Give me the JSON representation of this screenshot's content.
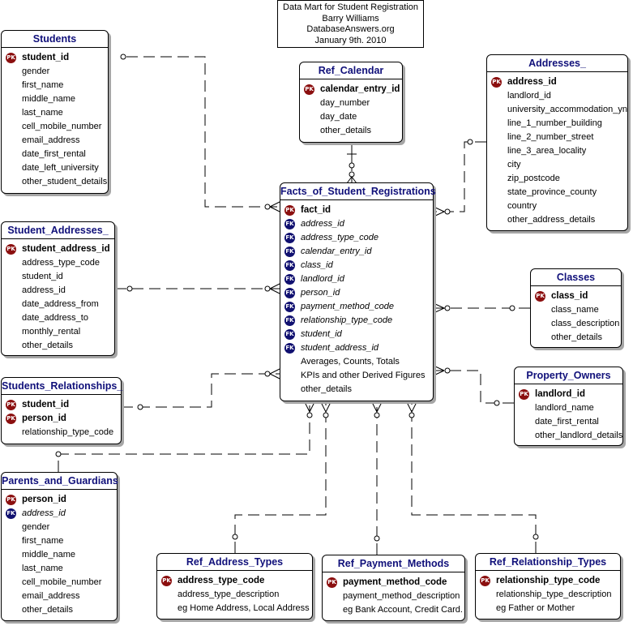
{
  "note": {
    "title": "Data Mart for Student Registration",
    "author": "Barry Williams",
    "website": "DatabaseAnswers.org",
    "date": "January 9th. 2010"
  },
  "entities": {
    "students": {
      "title": "Students",
      "fields": [
        {
          "name": "student_id",
          "key": "PK",
          "bold": true
        },
        {
          "name": "gender"
        },
        {
          "name": "first_name"
        },
        {
          "name": "middle_name"
        },
        {
          "name": "last_name"
        },
        {
          "name": "cell_mobile_number"
        },
        {
          "name": "email_address"
        },
        {
          "name": "date_first_rental"
        },
        {
          "name": "date_left_university"
        },
        {
          "name": "other_student_details"
        }
      ]
    },
    "ref_calendar": {
      "title": "Ref_Calendar",
      "fields": [
        {
          "name": "calendar_entry_id",
          "key": "PK",
          "bold": true
        },
        {
          "name": "day_number"
        },
        {
          "name": "day_date"
        },
        {
          "name": "other_details"
        }
      ]
    },
    "addresses": {
      "title": "Addresses_",
      "fields": [
        {
          "name": "address_id",
          "key": "PK",
          "bold": true
        },
        {
          "name": "landlord_id"
        },
        {
          "name": "university_accommodation_yn"
        },
        {
          "name": "line_1_number_building"
        },
        {
          "name": "line_2_number_street"
        },
        {
          "name": "line_3_area_locality"
        },
        {
          "name": "city"
        },
        {
          "name": "zip_postcode"
        },
        {
          "name": "state_province_county"
        },
        {
          "name": "country"
        },
        {
          "name": "other_address_details"
        }
      ]
    },
    "facts": {
      "title": "Facts_of_Student_Registrations",
      "fields": [
        {
          "name": "fact_id",
          "key": "PK",
          "bold": true
        },
        {
          "name": "address_id",
          "key": "FK",
          "italic": true
        },
        {
          "name": "address_type_code",
          "key": "FK",
          "italic": true
        },
        {
          "name": "calendar_entry_id",
          "key": "FK",
          "italic": true
        },
        {
          "name": "class_id",
          "key": "FK",
          "italic": true
        },
        {
          "name": "landlord_id",
          "key": "FK",
          "italic": true
        },
        {
          "name": "person_id",
          "key": "FK",
          "italic": true
        },
        {
          "name": "payment_method_code",
          "key": "FK",
          "italic": true
        },
        {
          "name": "relationship_type_code",
          "key": "FK",
          "italic": true
        },
        {
          "name": "student_id",
          "key": "FK",
          "italic": true
        },
        {
          "name": "student_address_id",
          "key": "FK",
          "italic": true
        },
        {
          "name": "Averages, Counts, Totals"
        },
        {
          "name": "KPIs and other Derived Figures"
        },
        {
          "name": "other_details"
        }
      ]
    },
    "student_addresses": {
      "title": "Student_Addresses_",
      "fields": [
        {
          "name": "student_address_id",
          "key": "PK",
          "bold": true
        },
        {
          "name": "address_type_code"
        },
        {
          "name": "student_id"
        },
        {
          "name": "address_id"
        },
        {
          "name": "date_address_from"
        },
        {
          "name": "date_address_to"
        },
        {
          "name": "monthly_rental"
        },
        {
          "name": "other_details"
        }
      ]
    },
    "classes": {
      "title": "Classes",
      "fields": [
        {
          "name": "class_id",
          "key": "PK",
          "bold": true
        },
        {
          "name": "class_name"
        },
        {
          "name": "class_description"
        },
        {
          "name": "other_details"
        }
      ]
    },
    "students_relationships": {
      "title": "Students_Relationships_",
      "fields": [
        {
          "name": "student_id",
          "key": "PK",
          "bold": true
        },
        {
          "name": "person_id",
          "key": "PK",
          "bold": true
        },
        {
          "name": "relationship_type_code"
        }
      ]
    },
    "property_owners": {
      "title": "Property_Owners",
      "fields": [
        {
          "name": "landlord_id",
          "key": "PK",
          "bold": true
        },
        {
          "name": "landlord_name"
        },
        {
          "name": "date_first_rental"
        },
        {
          "name": "other_landlord_details"
        }
      ]
    },
    "parents_and_guardians": {
      "title": "Parents_and_Guardians",
      "fields": [
        {
          "name": "person_id",
          "key": "PK",
          "bold": true
        },
        {
          "name": "address_id",
          "key": "FK",
          "italic": true
        },
        {
          "name": "gender"
        },
        {
          "name": "first_name"
        },
        {
          "name": "middle_name"
        },
        {
          "name": "last_name"
        },
        {
          "name": "cell_mobile_number"
        },
        {
          "name": "email_address"
        },
        {
          "name": "other_details"
        }
      ]
    },
    "ref_address_types": {
      "title": "Ref_Address_Types",
      "fields": [
        {
          "name": "address_type_code",
          "key": "PK",
          "bold": true
        },
        {
          "name": "address_type_description"
        },
        {
          "name": "eg Home Address, Local Address"
        }
      ]
    },
    "ref_payment_methods": {
      "title": "Ref_Payment_Methods",
      "fields": [
        {
          "name": "payment_method_code",
          "key": "PK",
          "bold": true
        },
        {
          "name": "payment_method_description"
        },
        {
          "name": "eg Bank Account, Credit Card."
        }
      ]
    },
    "ref_relationship_types": {
      "title": "Ref_Relationship_Types",
      "fields": [
        {
          "name": "relationship_type_code",
          "key": "PK",
          "bold": true
        },
        {
          "name": "relationship_type_description"
        },
        {
          "name": "eg Father or Mother"
        }
      ]
    }
  },
  "colors": {
    "title_text": "#10107a",
    "pk_icon": "#8b0f0f",
    "fk_icon": "#101070",
    "shadow": "#a6a6a6"
  }
}
